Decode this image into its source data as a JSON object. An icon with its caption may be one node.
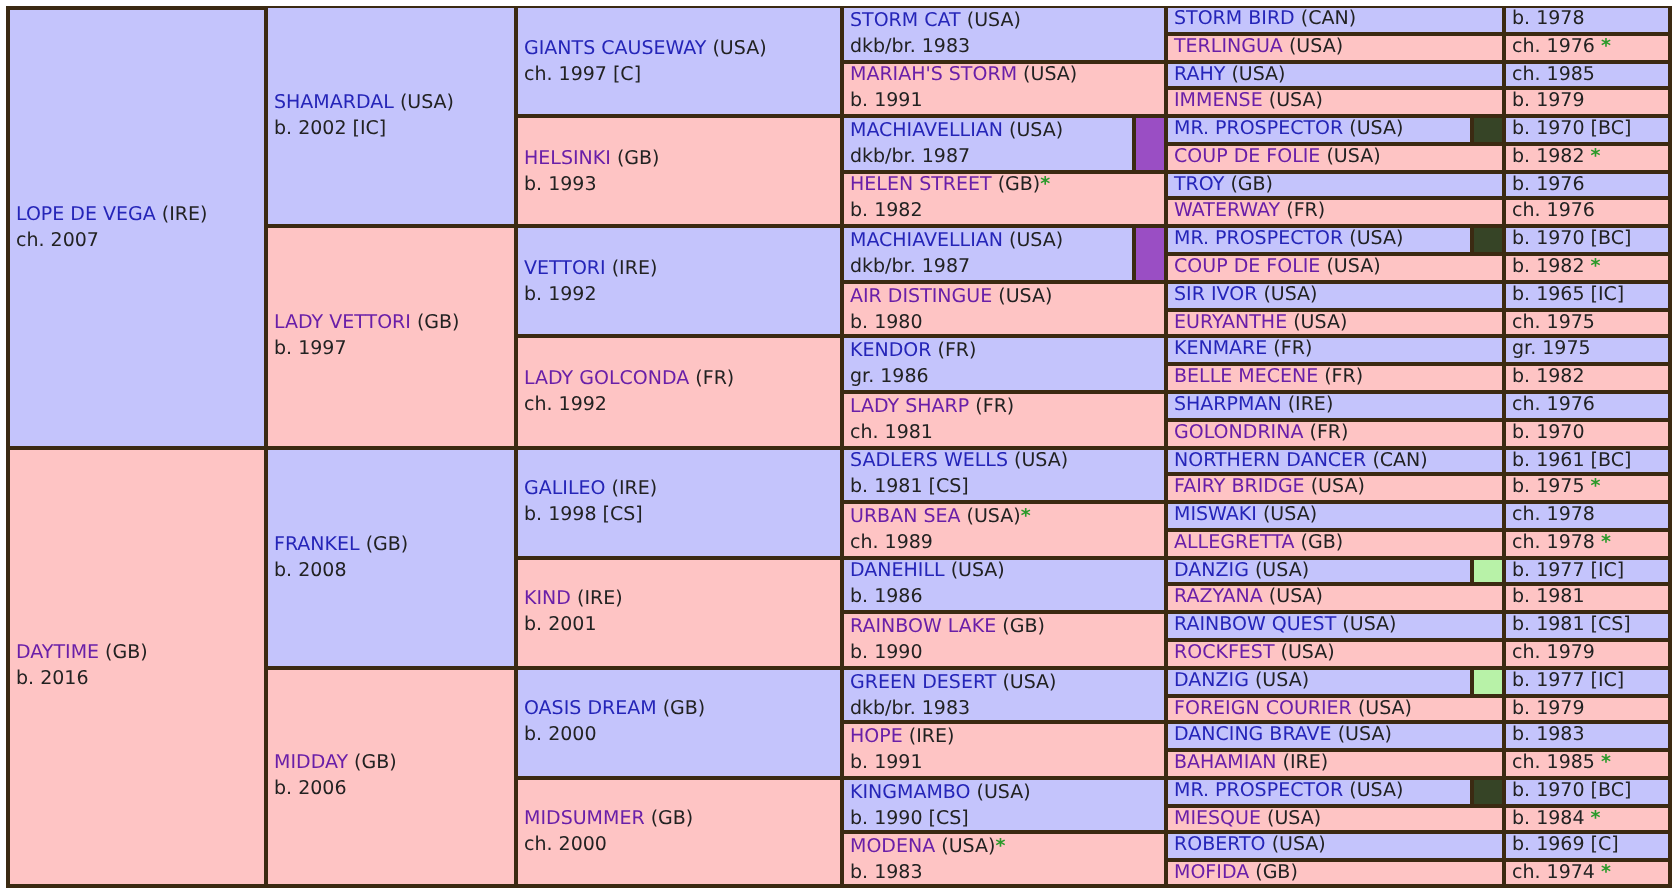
{
  "diagram": {
    "nodes": [
      {
        "text": [
          "LOPE DE VEGA (IRE)",
          "ch. 2007"
        ]
      },
      {
        "text": [
          "SHAMARDAL (USA)",
          "b. 2002 [IC]"
        ]
      },
      {
        "text": [
          "GIANTS CAUSEWAY (USA)",
          "ch. 1997 [C]"
        ]
      },
      {
        "text": [
          "STORM CAT (USA)",
          "dkb/br. 1983"
        ]
      },
      {
        "text": [
          "STORM BIRD (CAN)",
          "b. 1978"
        ]
      },
      {
        "text": [
          "TERLINGUA (USA)",
          "ch. 1976 *"
        ]
      },
      {
        "text": [
          "MARIAH'S STORM (USA)",
          "b. 1991"
        ]
      },
      {
        "text": [
          "RAHY (USA)",
          "ch. 1985"
        ]
      },
      {
        "text": [
          "IMMENSE (USA)",
          "b. 1979"
        ]
      },
      {
        "text": [
          "HELSINKI (GB)",
          "b. 1993"
        ]
      },
      {
        "text": [
          "MACHIAVELLIAN (USA)",
          "dkb/br. 1987"
        ]
      },
      {
        "text": [
          "MR. PROSPECTOR (USA)",
          "b. 1970 [BC]"
        ]
      },
      {
        "text": [
          "COUP DE FOLIE (USA)",
          "b. 1982 *"
        ]
      },
      {
        "text": [
          "HELEN STREET (GB)*",
          "b. 1982"
        ]
      },
      {
        "text": [
          "TROY (GB)",
          "b. 1976"
        ]
      },
      {
        "text": [
          "WATERWAY (FR)",
          "ch. 1976"
        ]
      },
      {
        "text": [
          "LADY VETTORI (GB)",
          "b. 1997"
        ]
      },
      {
        "text": [
          "VETTORI (IRE)",
          "b. 1992"
        ]
      },
      {
        "text": [
          "MACHIAVELLIAN (USA)",
          "dkb/br. 1987"
        ]
      },
      {
        "text": [
          "MR. PROSPECTOR (USA)",
          "b. 1970 [BC]"
        ]
      },
      {
        "text": [
          "COUP DE FOLIE (USA)",
          "b. 1982 *"
        ]
      },
      {
        "text": [
          "AIR DISTINGUE (USA)",
          "b. 1980"
        ]
      },
      {
        "text": [
          "SIR IVOR (USA)",
          "b. 1965 [IC]"
        ]
      },
      {
        "text": [
          "EURYANTHE (USA)",
          "ch. 1975"
        ]
      },
      {
        "text": [
          "LADY GOLCONDA (FR)",
          "ch. 1992"
        ]
      },
      {
        "text": [
          "KENDOR (FR)",
          "gr. 1986"
        ]
      },
      {
        "text": [
          "KENMARE (FR)",
          "gr. 1975"
        ]
      },
      {
        "text": [
          "BELLE MECENE (FR)",
          "b. 1982"
        ]
      },
      {
        "text": [
          "LADY SHARP (FR)",
          "ch. 1981"
        ]
      },
      {
        "text": [
          "SHARPMAN (IRE)",
          "ch. 1976"
        ]
      },
      {
        "text": [
          "GOLONDRINA (FR)",
          "b. 1970"
        ]
      },
      {
        "text": [
          "DAYTIME (GB)",
          "b. 2016"
        ]
      },
      {
        "text": [
          "FRANKEL (GB)",
          "b. 2008"
        ]
      },
      {
        "text": [
          "GALILEO (IRE)",
          "b. 1998 [CS]"
        ]
      },
      {
        "text": [
          "SADLERS WELLS (USA)",
          "b. 1981 [CS]"
        ]
      },
      {
        "text": [
          "NORTHERN DANCER (CAN)",
          "b. 1961 [BC]"
        ]
      },
      {
        "text": [
          "FAIRY BRIDGE (USA)",
          "b. 1975 *"
        ]
      },
      {
        "text": [
          "URBAN SEA (USA)*",
          "ch. 1989"
        ]
      },
      {
        "text": [
          "MISWAKI (USA)",
          "ch. 1978"
        ]
      },
      {
        "text": [
          "ALLEGRETTA (GB)",
          "ch. 1978 *"
        ]
      },
      {
        "text": [
          "KIND (IRE)",
          "b. 2001"
        ]
      },
      {
        "text": [
          "DANEHILL (USA)",
          "b. 1986"
        ]
      },
      {
        "text": [
          "DANZIG (USA)",
          "b. 1977 [IC]"
        ]
      },
      {
        "text": [
          "RAZYANA (USA)",
          "b. 1981"
        ]
      },
      {
        "text": [
          "RAINBOW LAKE (GB)",
          "b. 1990"
        ]
      },
      {
        "text": [
          "RAINBOW QUEST (USA)",
          "b. 1981 [CS]"
        ]
      },
      {
        "text": [
          "ROCKFEST (USA)",
          "ch. 1979"
        ]
      },
      {
        "text": [
          "MIDDAY (GB)",
          "b. 2006"
        ]
      },
      {
        "text": [
          "OASIS DREAM (GB)",
          "b. 2000"
        ]
      },
      {
        "text": [
          "GREEN DESERT (USA)",
          "dkb/br. 1983"
        ]
      },
      {
        "text": [
          "DANZIG (USA)",
          "b. 1977 [IC]"
        ]
      },
      {
        "text": [
          "FOREIGN COURIER (USA)",
          "b. 1979"
        ]
      },
      {
        "text": [
          "HOPE (IRE)",
          "b. 1991"
        ]
      },
      {
        "text": [
          "DANCING BRAVE (USA)",
          "b. 1983"
        ]
      },
      {
        "text": [
          "BAHAMIAN (IRE)",
          "ch. 1985 *"
        ]
      },
      {
        "text": [
          "MIDSUMMER (GB)",
          "ch. 2000"
        ]
      },
      {
        "text": [
          "KINGMAMBO (USA)",
          "b. 1990 [CS]"
        ]
      },
      {
        "text": [
          "MR. PROSPECTOR (USA)",
          "b. 1970 [BC]"
        ]
      },
      {
        "text": [
          "MIESQUE (USA)",
          "b. 1984 *"
        ]
      },
      {
        "text": [
          "MODENA (USA)*",
          "b. 1983"
        ]
      },
      {
        "text": [
          "ROBERTO (USA)",
          "b. 1969 [C]"
        ]
      },
      {
        "text": [
          "MOFIDA (GB)",
          "ch. 1974 *"
        ]
      }
    ]
  }
}
